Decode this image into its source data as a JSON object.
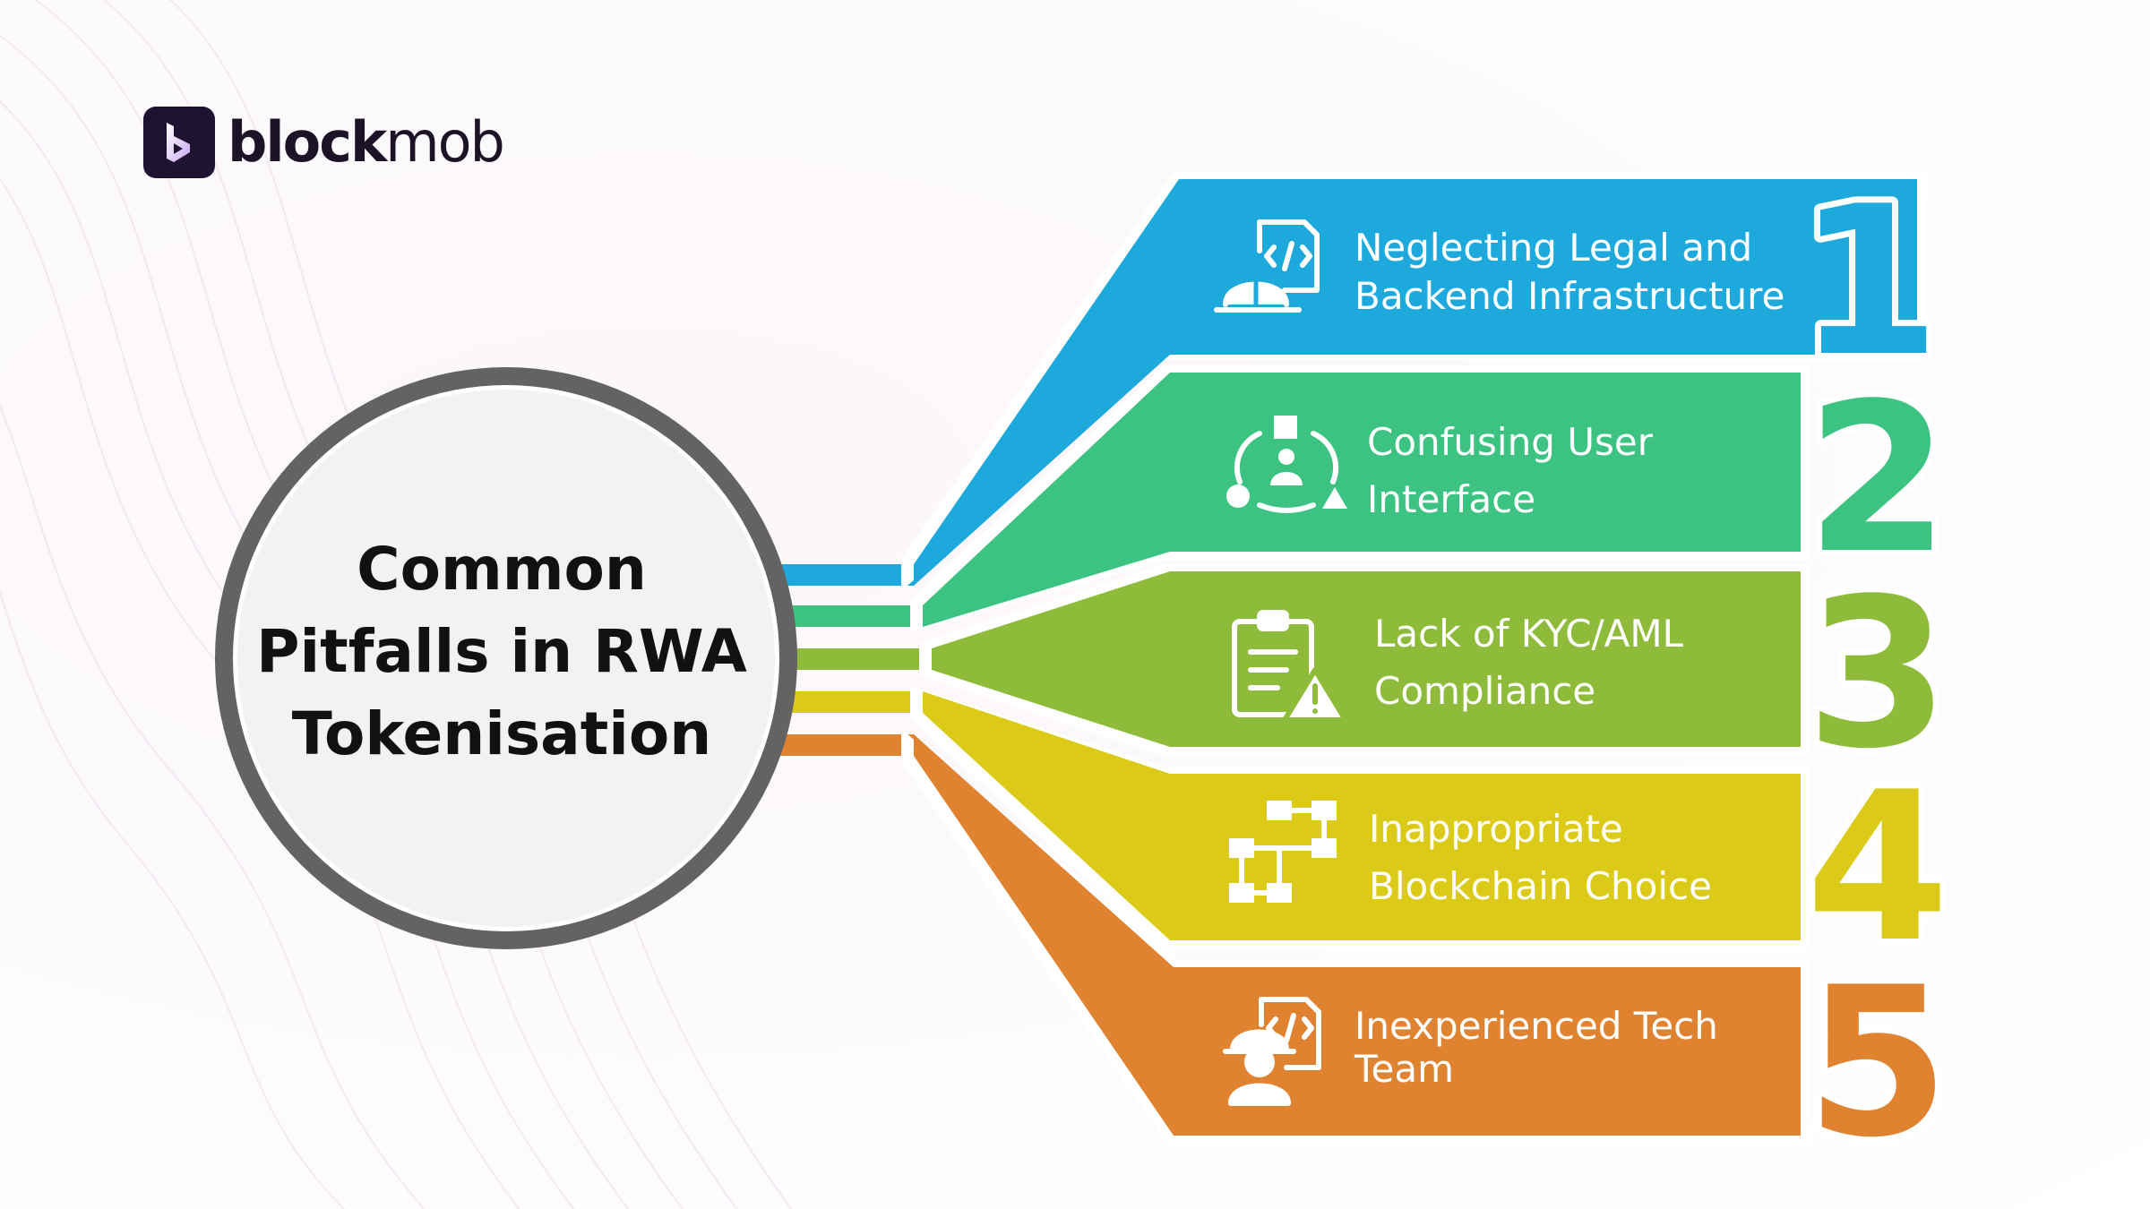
{
  "brand": {
    "name_part1": "block",
    "name_part2": "mob"
  },
  "title": "Common Pitfalls in RWA Tokenisation",
  "items": [
    {
      "number": "1",
      "label_line1": "Neglecting Legal and",
      "label_line2": "Backend Infrastructure",
      "color": "#1ea9dc",
      "icon": "legal-infrastructure-icon"
    },
    {
      "number": "2",
      "label_line1": "Confusing User",
      "label_line2": "Interface",
      "color": "#3cc382",
      "icon": "user-interface-icon"
    },
    {
      "number": "3",
      "label_line1": "Lack of KYC/AML",
      "label_line2": "Compliance",
      "color": "#8ebc3a",
      "icon": "compliance-warning-icon"
    },
    {
      "number": "4",
      "label_line1": "Inappropriate",
      "label_line2": "Blockchain Choice",
      "color": "#dbcb18",
      "icon": "blockchain-network-icon"
    },
    {
      "number": "5",
      "label_line1": "Inexperienced Tech",
      "label_line2": "Team",
      "color": "#df8331",
      "icon": "tech-team-icon"
    }
  ],
  "colors": {
    "ring": "#636363",
    "circle_fill": "#f3f3f3",
    "brand_mark": "#1e1330"
  }
}
